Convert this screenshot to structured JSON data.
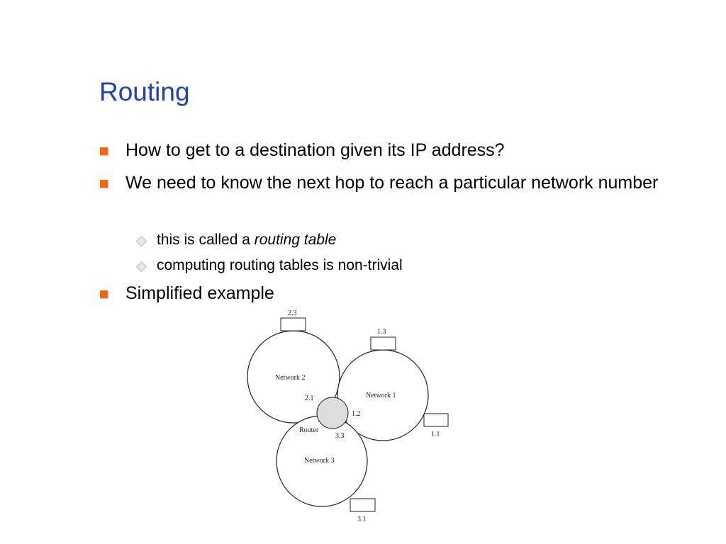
{
  "slide": {
    "title": "Routing",
    "bullets": [
      {
        "text": "How to get to a destination given its IP address?"
      },
      {
        "text": "We need to know the next hop to reach a particular network number"
      },
      {
        "text": "Simplified example"
      }
    ],
    "sub_bullets": [
      {
        "prefix": "this is called a ",
        "emphasis": "routing table"
      },
      {
        "text": "computing routing tables is non-trivial"
      }
    ],
    "colors": {
      "title": "#1f3fbf",
      "bullet_marker": "#ff6600",
      "router_fill": "#dddddd"
    }
  },
  "diagram": {
    "networks": [
      {
        "label": "Network 1"
      },
      {
        "label": "Network 2"
      },
      {
        "label": "Network 3"
      }
    ],
    "router": {
      "label": "Router"
    },
    "hosts": [
      {
        "label": "2.3"
      },
      {
        "label": "1.3"
      },
      {
        "label": "1.1"
      },
      {
        "label": "3.1"
      }
    ],
    "interfaces": [
      {
        "label": "2.1"
      },
      {
        "label": "1.2"
      },
      {
        "label": "3.3"
      }
    ]
  }
}
